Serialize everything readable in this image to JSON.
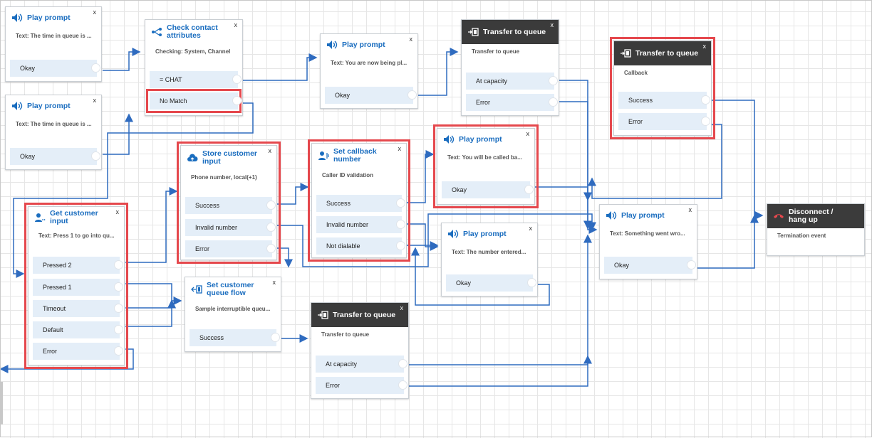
{
  "close_glyph": "x",
  "colors": {
    "wire": "#2f6bbf",
    "highlight": "#e5484d",
    "branch_bg": "#e4eef8",
    "title": "#1a6dbf",
    "dark_header": "#3b3b3b"
  },
  "blocks": {
    "prompt_a": {
      "title": "Play prompt",
      "subtitle": "Text: The time in queue is ...",
      "icon": "speaker-icon",
      "branches": [
        "Okay"
      ]
    },
    "prompt_b": {
      "title": "Play prompt",
      "subtitle": "Text: The time in queue is ...",
      "icon": "speaker-icon",
      "branches": [
        "Okay"
      ]
    },
    "check_attr": {
      "title": "Check contact attributes",
      "subtitle": "Checking: System, Channel",
      "icon": "check-attributes-icon",
      "branches": [
        "= CHAT",
        "No Match"
      ]
    },
    "prompt_c": {
      "title": "Play prompt",
      "subtitle": "Text: You are now being pl...",
      "icon": "speaker-icon",
      "branches": [
        "Okay"
      ]
    },
    "transfer_a": {
      "title": "Transfer to queue",
      "subtitle": "Transfer to queue",
      "icon": "transfer-queue-icon",
      "branches": [
        "At capacity",
        "Error"
      ]
    },
    "transfer_cb": {
      "title": "Transfer to queue",
      "subtitle": "Callback",
      "icon": "transfer-queue-icon",
      "branches": [
        "Success",
        "Error"
      ]
    },
    "store_input": {
      "title": "Store customer input",
      "subtitle": "Phone number, local(+1)",
      "icon": "cloud-input-icon",
      "branches": [
        "Success",
        "Invalid number",
        "Error"
      ]
    },
    "set_callback": {
      "title": "Set callback number",
      "subtitle": "Caller ID validation",
      "icon": "callback-number-icon",
      "branches": [
        "Success",
        "Invalid number",
        "Not dialable"
      ]
    },
    "prompt_d": {
      "title": "Play prompt",
      "subtitle": "Text: You will be called ba...",
      "icon": "speaker-icon",
      "branches": [
        "Okay"
      ]
    },
    "prompt_e": {
      "title": "Play prompt",
      "subtitle": "Text: Something went wro...",
      "icon": "speaker-icon",
      "branches": [
        "Okay"
      ]
    },
    "disconnect": {
      "title": "Disconnect / hang up",
      "subtitle": "Termination event",
      "icon": "hang-up-icon",
      "branches": []
    },
    "get_input": {
      "title": "Get customer input",
      "subtitle": "Text: Press 1 to go into qu...",
      "icon": "customer-input-icon",
      "branches": [
        "Pressed 2",
        "Pressed 1",
        "Timeout",
        "Default",
        "Error"
      ]
    },
    "prompt_f": {
      "title": "Play prompt",
      "subtitle": "Text: The number entered...",
      "icon": "speaker-icon",
      "branches": [
        "Okay"
      ]
    },
    "set_queue_flow": {
      "title": "Set customer queue flow",
      "subtitle": "Sample interruptible queu...",
      "icon": "queue-flow-icon",
      "branches": [
        "Success"
      ]
    },
    "transfer_b": {
      "title": "Transfer to queue",
      "subtitle": "Transfer to queue",
      "icon": "transfer-queue-icon",
      "branches": [
        "At capacity",
        "Error"
      ]
    }
  }
}
